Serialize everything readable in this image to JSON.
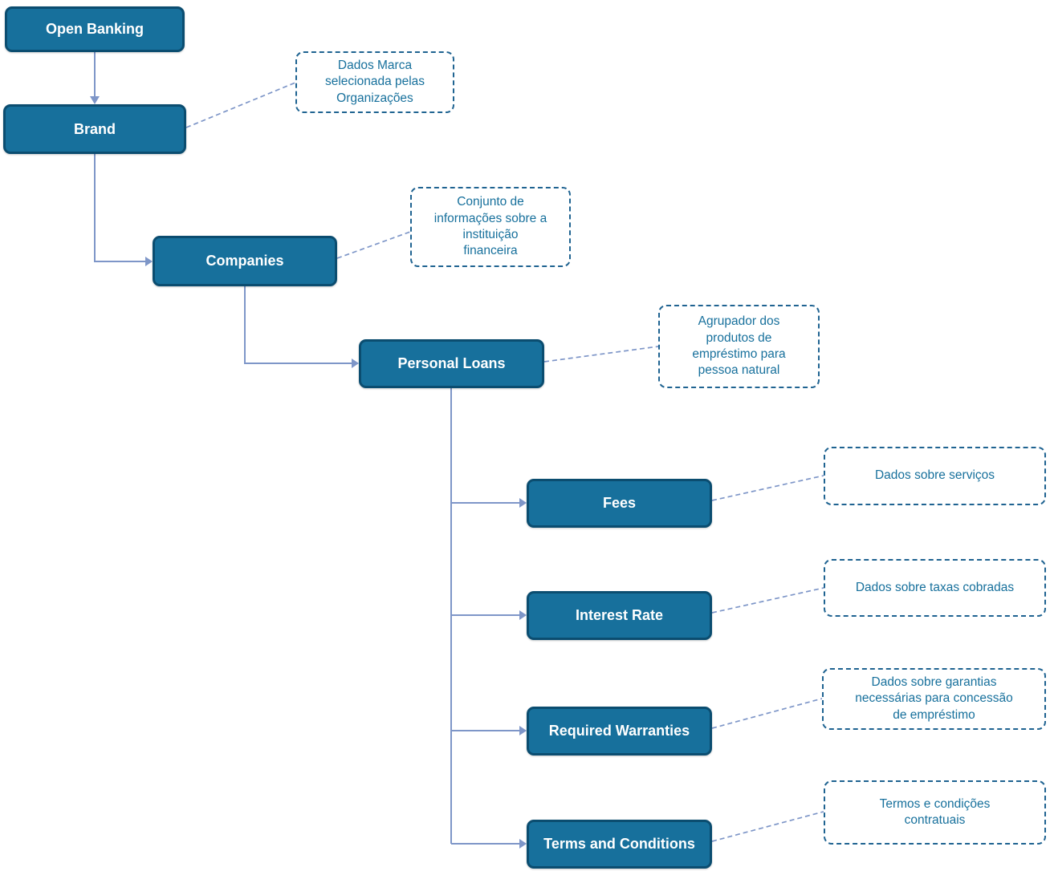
{
  "diagram": {
    "nodes": {
      "open_banking": {
        "label": "Open Banking"
      },
      "brand": {
        "label": "Brand"
      },
      "companies": {
        "label": "Companies"
      },
      "personal_loans": {
        "label": "Personal Loans"
      },
      "fees": {
        "label": "Fees"
      },
      "interest_rate": {
        "label": "Interest Rate"
      },
      "required_warranties": {
        "label": "Required Warranties"
      },
      "terms_and_conditions": {
        "label": "Terms and Conditions"
      }
    },
    "annotations": {
      "brand": {
        "text": "Dados Marca\nselecionada pelas\nOrganizações"
      },
      "companies": {
        "text": "Conjunto de\ninformações sobre a\ninstituição\nfinanceira"
      },
      "personal_loans": {
        "text": "Agrupador dos\nprodutos de\nempréstimo para\npessoa natural"
      },
      "fees": {
        "text": "Dados sobre serviços"
      },
      "interest_rate": {
        "text": "Dados sobre taxas cobradas"
      },
      "required_warranties": {
        "text": "Dados sobre garantias\nnecessárias para concessão\nde empréstimo"
      },
      "terms_and_conditions": {
        "text": "Termos e condições\ncontratuais"
      }
    },
    "colors": {
      "node_fill": "#17709C",
      "node_border": "#0B4D70",
      "node_text": "#FFFFFF",
      "annotation_border": "#1F6391",
      "annotation_text": "#17709C",
      "connector": "#7E96C8"
    }
  }
}
